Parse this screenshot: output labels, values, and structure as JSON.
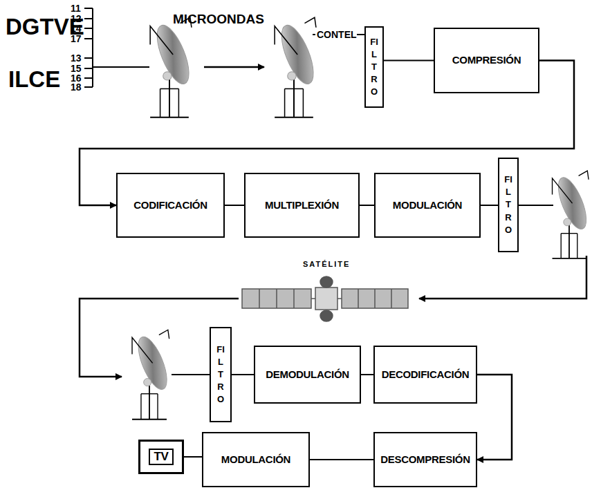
{
  "diagram": {
    "nodes": [
      {
        "text": [
          "FILTRO"
        ]
      },
      {
        "text": [
          "COMPRESIÓN"
        ]
      },
      {
        "text": [
          "CODIFICACIÓN"
        ]
      },
      {
        "text": [
          "MULTIPLEXIÓN"
        ]
      },
      {
        "text": [
          "MODULACIÓN"
        ]
      },
      {
        "text": [
          "FILTRO"
        ]
      },
      {
        "text": [
          "FILTRO"
        ]
      },
      {
        "text": [
          "DEMODULACIÓN"
        ]
      },
      {
        "text": [
          "DECODIFICACIÓN"
        ]
      },
      {
        "text": [
          "TV"
        ]
      },
      {
        "text": [
          "MODULACIÓN"
        ]
      },
      {
        "text": [
          "DESCOMPRESIÓN"
        ]
      }
    ],
    "edges": [
      {
        "from": 0,
        "to": 1,
        "arrow": "none"
      },
      {
        "from": 1,
        "to": 2,
        "arrow": "to"
      },
      {
        "from": 2,
        "to": 3,
        "arrow": "none"
      },
      {
        "from": 3,
        "to": 4,
        "arrow": "none"
      },
      {
        "from": 4,
        "to": 5,
        "arrow": "none"
      },
      {
        "from": 6,
        "to": 7,
        "arrow": "none"
      },
      {
        "from": 7,
        "to": 8,
        "arrow": "none"
      },
      {
        "from": 8,
        "to": 11,
        "arrow": "to"
      },
      {
        "from": 11,
        "to": 10,
        "arrow": "none"
      },
      {
        "from": 10,
        "to": 9,
        "arrow": "none"
      }
    ],
    "labels": [
      "DGTVE",
      "11",
      "12",
      "14",
      "17",
      "ILCE",
      "13",
      "15",
      "16",
      "18",
      "MICROONDAS",
      "CONTEL",
      "SATÉLITE"
    ]
  }
}
